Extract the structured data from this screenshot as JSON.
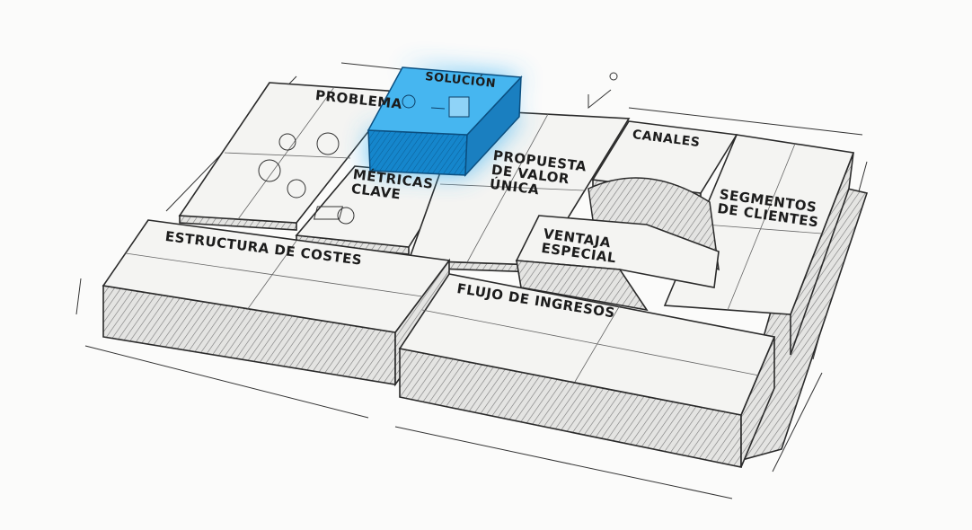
{
  "title": "Lean Canvas",
  "blocks": {
    "problema": "PROBLEMA",
    "solucion": "SOLUCIÓN",
    "metricas": "MÉTRICAS\nCLAVE",
    "propuesta": "PROPUESTA\nDE VALOR\nÚNICA",
    "canales": "CANALES",
    "segmentos": "SEGMENTOS\nDE CLIENTES",
    "ventaja": "VENTAJA\nESPECIAL",
    "estructura": "ESTRUCTURA DE COSTES",
    "flujo": "FLUJO DE INGRESOS"
  },
  "colors": {
    "highlight": "#1e9be0",
    "ink": "#2a2a2a",
    "paper": "#fbfbfa"
  }
}
